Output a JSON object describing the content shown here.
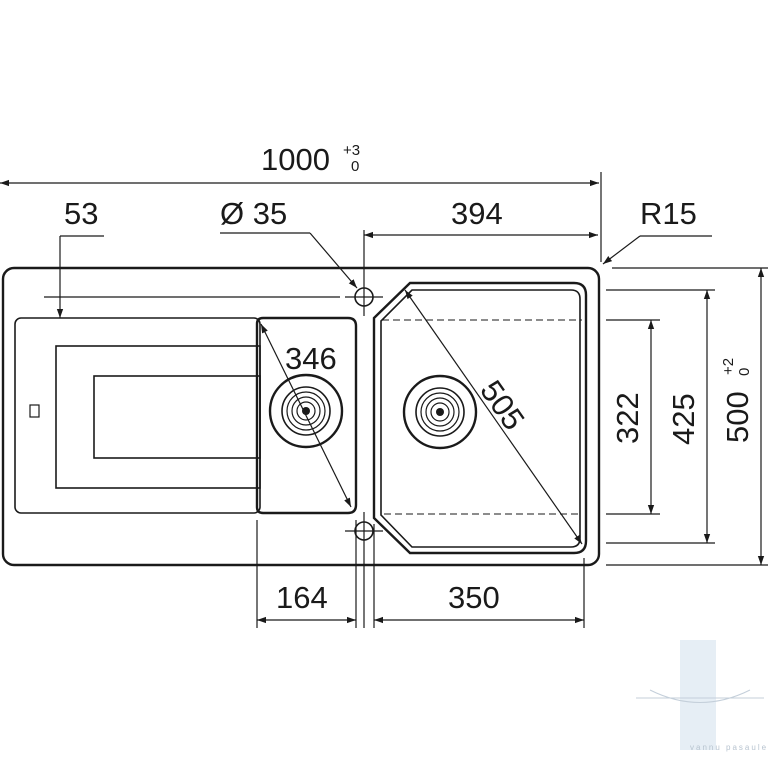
{
  "dimensions": {
    "overall_length": "1000",
    "overall_length_tol_upper": "+3",
    "overall_length_tol_lower": "0",
    "drainer_offset": "53",
    "tap_hole": "Ø 35",
    "main_bowl_width": "394",
    "corner_radius": "R15",
    "small_bowl_diagonal": "346",
    "main_bowl_diagonal": "505",
    "main_bowl_depth": "322",
    "main_bowl_outer_depth": "425",
    "overall_width": "500",
    "overall_width_tol_upper": "+2",
    "overall_width_tol_lower": "0",
    "small_bowl_width": "164",
    "main_bowl_bottom_width": "350"
  },
  "watermark": {
    "text": "vannu pasaule"
  },
  "colors": {
    "line": "#1a1a1a",
    "background": "#ffffff",
    "watermark": "#b8c4d0"
  }
}
